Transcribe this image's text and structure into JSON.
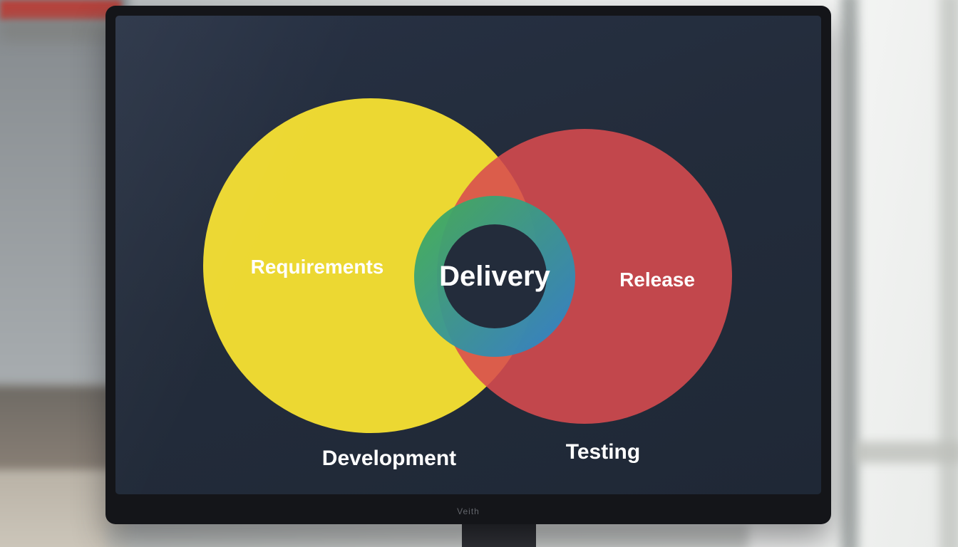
{
  "monitor": {
    "brand_label": "Veith"
  },
  "diagram": {
    "type": "venn",
    "title": "",
    "sets": [
      {
        "label": "Requirements",
        "color": "#ecd832",
        "position": "left-circle"
      },
      {
        "label": "Release",
        "color": "#d84b4e",
        "position": "right-circle"
      }
    ],
    "intersection": {
      "label": "Delivery",
      "ring_gradient": [
        "#3fae55",
        "#2f80d0"
      ]
    },
    "bottom_labels": [
      {
        "label": "Development",
        "position": "below-left-circle"
      },
      {
        "label": "Testing",
        "position": "below-right-circle"
      }
    ],
    "labels": {
      "left": "Requirements",
      "right": "Release",
      "center": "Delivery",
      "bottom_left": "Development",
      "bottom_right": "Testing"
    },
    "colors": {
      "yellow": "#ecd832",
      "red": "#d84b4e",
      "green": "#3fae55",
      "blue": "#2f80d0",
      "screen_bg": "#232c3b",
      "text": "#ffffff"
    }
  }
}
